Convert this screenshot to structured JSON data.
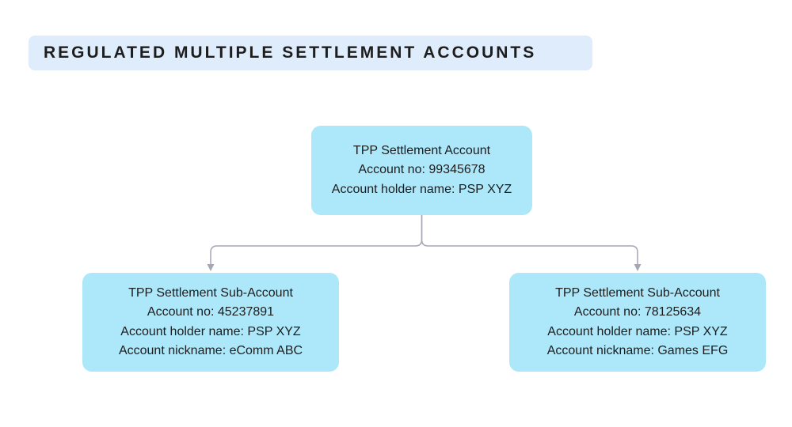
{
  "header": {
    "title": "REGULATED MULTIPLE SETTLEMENT ACCOUNTS"
  },
  "tree": {
    "root": {
      "title": "TPP Settlement Account",
      "account_no": "Account no: 99345678",
      "holder": "Account holder name: PSP XYZ"
    },
    "children": [
      {
        "title": "TPP Settlement Sub-Account",
        "account_no": "Account no: 45237891",
        "holder": "Account holder name: PSP XYZ",
        "nickname": "Account nickname: eComm ABC"
      },
      {
        "title": "TPP Settlement Sub-Account",
        "account_no": "Account no: 78125634",
        "holder": "Account holder name: PSP XYZ",
        "nickname": "Account nickname: Games EFG"
      }
    ]
  },
  "colors": {
    "node_fill": "#ade7fa",
    "title_pill_fill": "#deecfb",
    "connector": "#a6a6b5",
    "text": "#1d1d1d",
    "background": "#ffffff"
  }
}
